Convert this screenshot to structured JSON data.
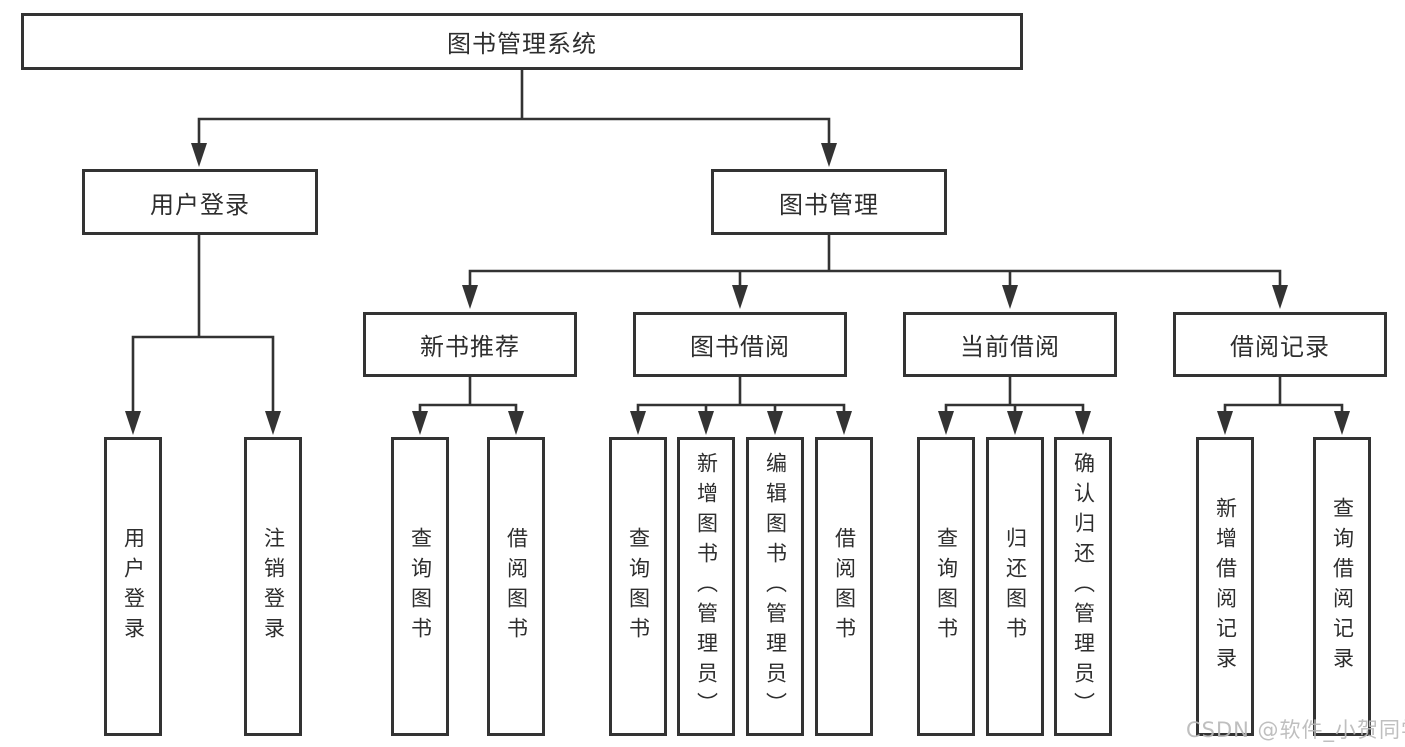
{
  "tree": {
    "root_label": "图书管理系统",
    "login_branch": {
      "label": "用户登录",
      "children": [
        "用户登录",
        "注销登录"
      ]
    },
    "mgmt_branch": {
      "label": "图书管理",
      "groups": [
        {
          "label": "新书推荐",
          "children": [
            "查询图书",
            "借阅图书"
          ]
        },
        {
          "label": "图书借阅",
          "children": [
            "查询图书",
            "新增图书（管理员）",
            "编辑图书（管理员）",
            "借阅图书"
          ]
        },
        {
          "label": "当前借阅",
          "children": [
            "查询图书",
            "归还图书",
            "确认归还（管理员）"
          ]
        },
        {
          "label": "借阅记录",
          "children": [
            "新增借阅记录",
            "查询借阅记录"
          ]
        }
      ]
    }
  },
  "watermark": {
    "text": "CSDN @软件_小贺同学",
    "color": "#bababa"
  },
  "colors": {
    "line": "#333333",
    "text": "#2e2e2e",
    "background": "#ffffff"
  }
}
